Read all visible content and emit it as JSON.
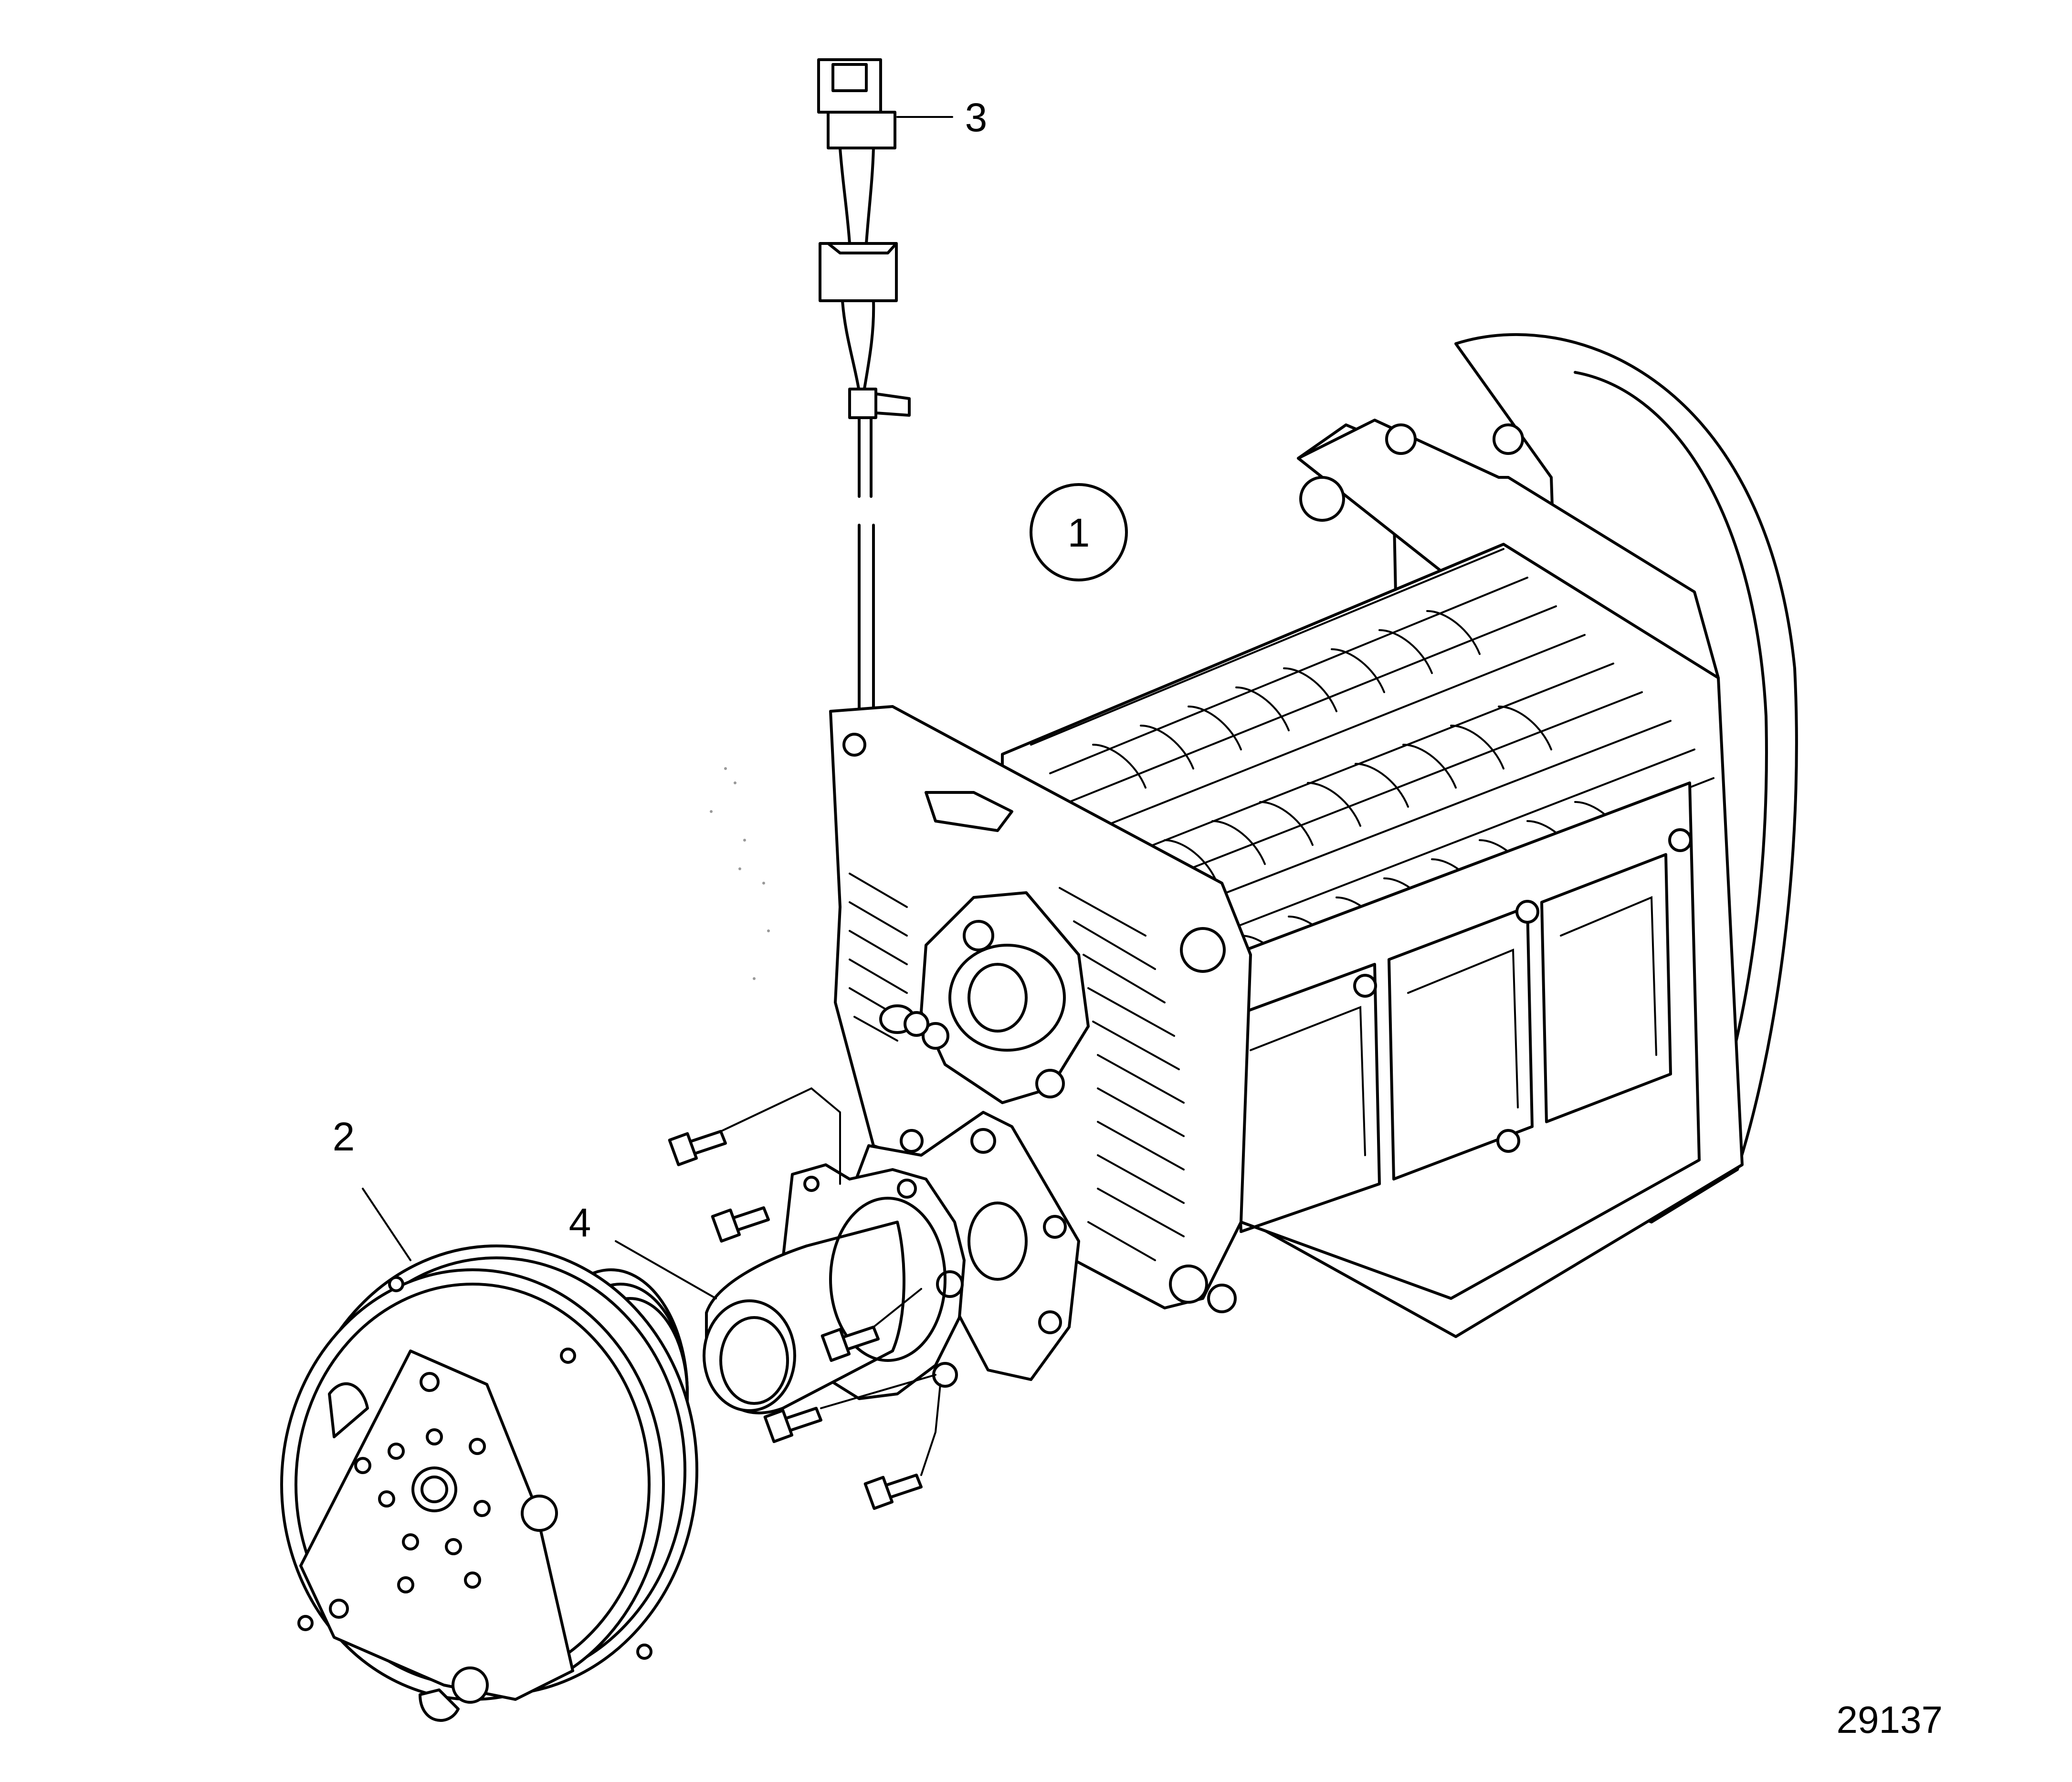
{
  "callouts": [
    {
      "id": "1",
      "label": "1",
      "circled": true
    },
    {
      "id": "2",
      "label": "2",
      "circled": false
    },
    {
      "id": "3",
      "label": "3",
      "circled": false
    },
    {
      "id": "4",
      "label": "4",
      "circled": false
    }
  ],
  "figure_number": "29137"
}
